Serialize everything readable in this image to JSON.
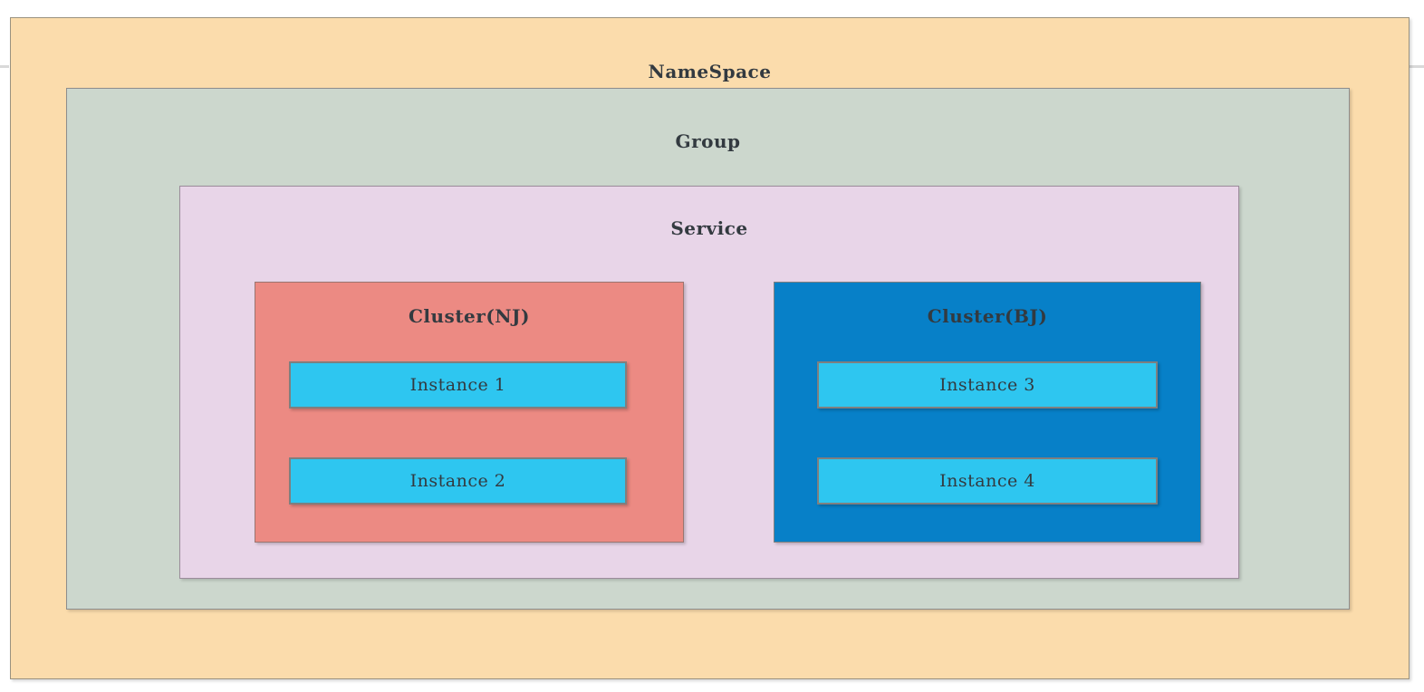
{
  "diagram": {
    "type": "nested-containment",
    "title": "NameSpace",
    "colors": {
      "namespace_fill": "#fbdcac",
      "group_fill": "#ccd7cd",
      "service_fill": "#e8d5e8",
      "cluster_nj_fill": "#ec8a83",
      "cluster_bj_fill": "#0780c8",
      "instance_fill": "#2ec6f0",
      "border": "#8a8a8a",
      "text": "#333a40",
      "canvas_background": "#ffffff"
    },
    "namespace": {
      "label": "NameSpace",
      "group": {
        "label": "Group",
        "service": {
          "label": "Service",
          "clusters": [
            {
              "label": "Cluster(NJ)",
              "instances": [
                {
                  "label": "Instance 1"
                },
                {
                  "label": "Instance 2"
                }
              ]
            },
            {
              "label": "Cluster(BJ)",
              "instances": [
                {
                  "label": "Instance 3"
                },
                {
                  "label": "Instance 4"
                }
              ]
            }
          ]
        }
      }
    }
  }
}
